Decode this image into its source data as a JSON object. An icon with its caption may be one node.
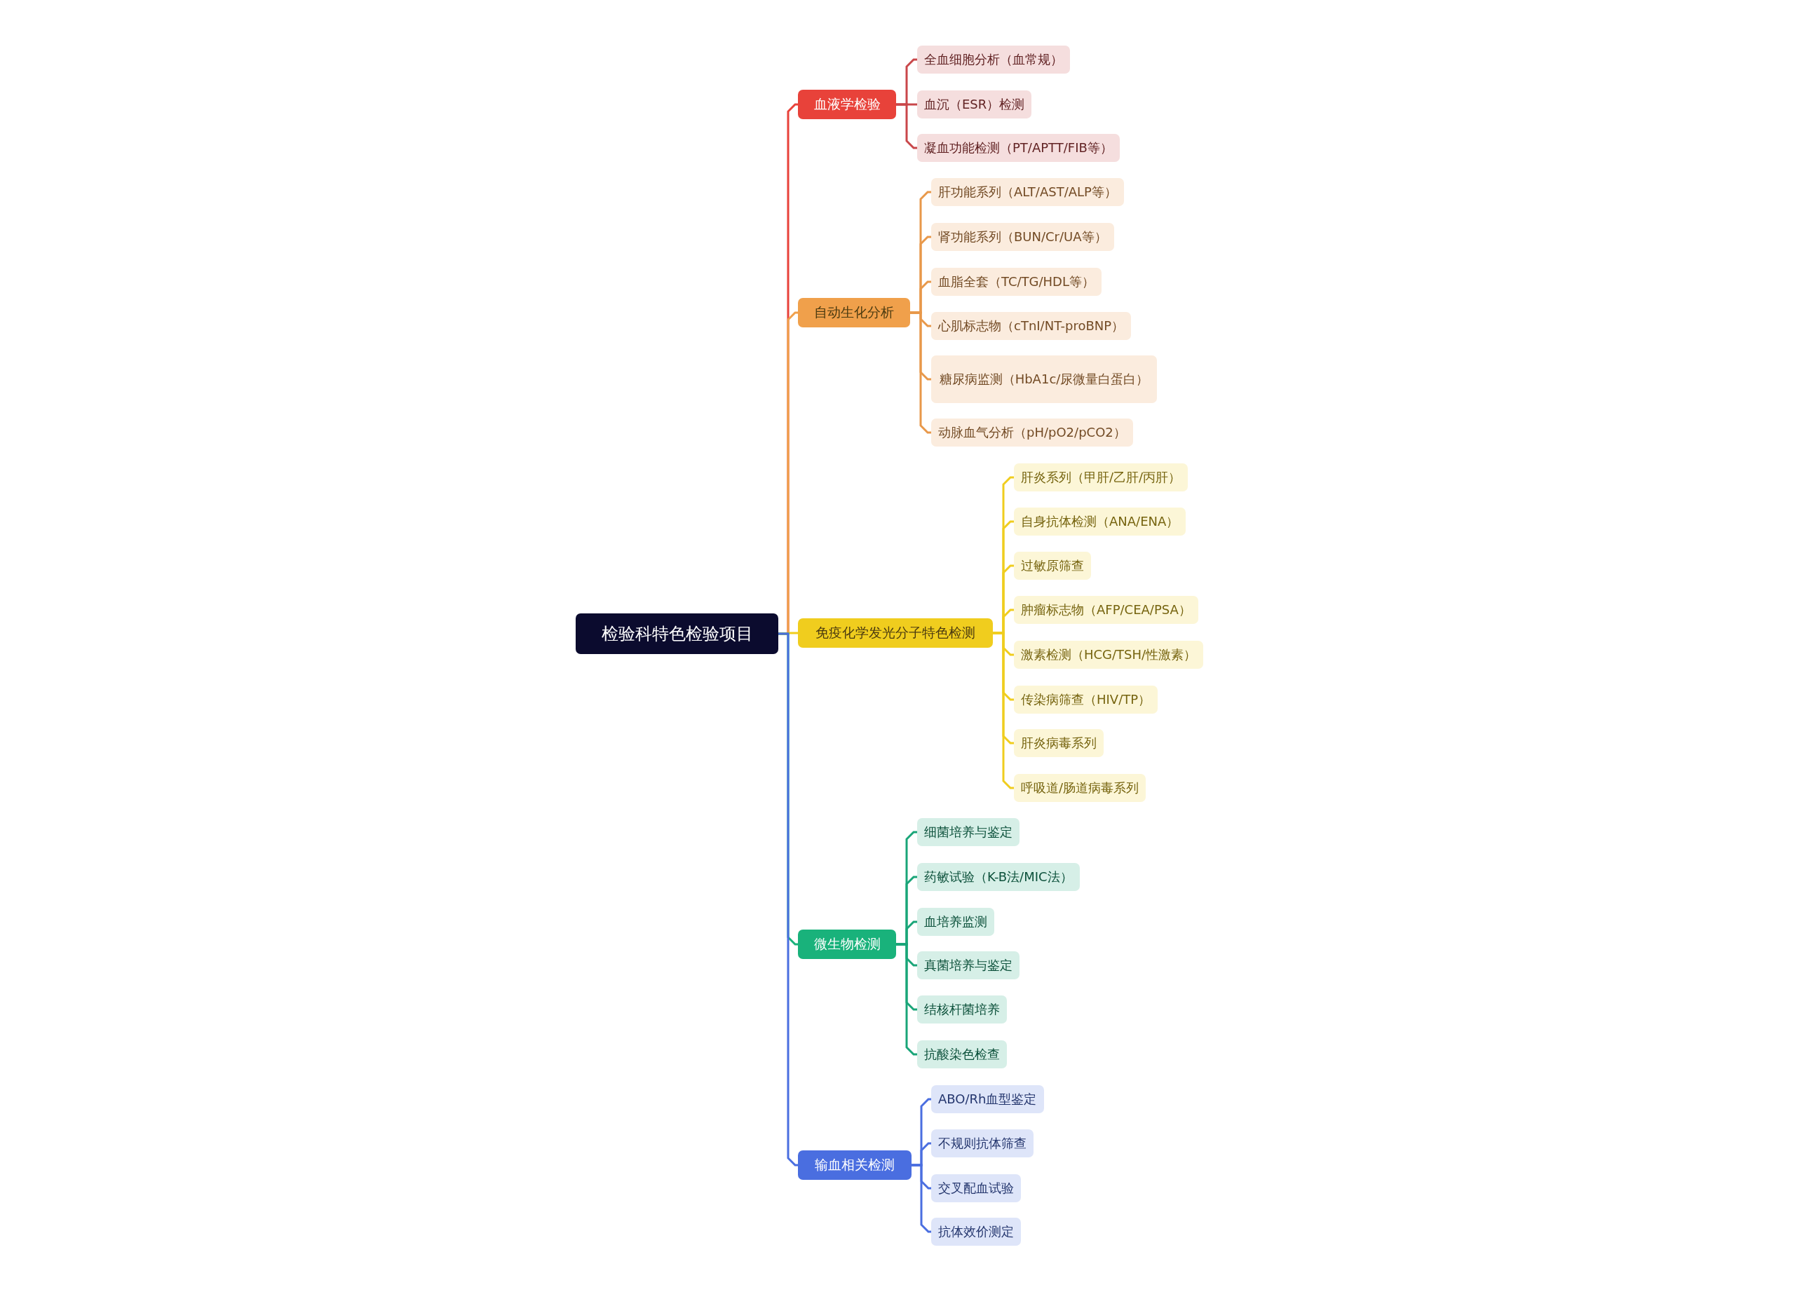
{
  "diagram": {
    "nodes": [
      {
        "text": [
          "检验科特色检验项目"
        ]
      },
      {
        "text": [
          "血液学检验"
        ]
      },
      {
        "text": [
          "全血细胞分析（血常规）"
        ]
      },
      {
        "text": [
          "血沉（ESR）检测"
        ]
      },
      {
        "text": [
          "凝血功能检测（PT/APTT/FIB等）"
        ]
      },
      {
        "text": [
          "自动生化分析"
        ]
      },
      {
        "text": [
          "肝功能系列（ALT/AST/ALP等）"
        ]
      },
      {
        "text": [
          "肾功能系列（BUN/Cr/UA等）"
        ]
      },
      {
        "text": [
          "血脂全套（TC/TG/HDL等）"
        ]
      },
      {
        "text": [
          "心肌标志物（cTnI/NT-proBNP）"
        ]
      },
      {
        "text": [
          "糖尿病监测（HbA1c/尿微量白蛋白）"
        ]
      },
      {
        "text": [
          "动脉血气分析（pH/pO2/pCO2）"
        ]
      },
      {
        "text": [
          "免疫化学发光分子特色检测"
        ]
      },
      {
        "text": [
          "肝炎系列（甲肝/乙肝/丙肝）"
        ]
      },
      {
        "text": [
          "自身抗体检测（ANA/ENA）"
        ]
      },
      {
        "text": [
          "过敏原筛查"
        ]
      },
      {
        "text": [
          "肿瘤标志物（AFP/CEA/PSA）"
        ]
      },
      {
        "text": [
          "激素检测（HCG/TSH/性激素）"
        ]
      },
      {
        "text": [
          "传染病筛查（HIV/TP）"
        ]
      },
      {
        "text": [
          "肝炎病毒系列"
        ]
      },
      {
        "text": [
          "呼吸道/肠道病毒系列"
        ]
      },
      {
        "text": [
          "微生物检测"
        ]
      },
      {
        "text": [
          "细菌培养与鉴定"
        ]
      },
      {
        "text": [
          "药敏试验（K-B法/MIC法）"
        ]
      },
      {
        "text": [
          "血培养监测"
        ]
      },
      {
        "text": [
          "真菌培养与鉴定"
        ]
      },
      {
        "text": [
          "结核杆菌培养"
        ]
      },
      {
        "text": [
          "抗酸染色检查"
        ]
      },
      {
        "text": [
          "输血相关检测"
        ]
      },
      {
        "text": [
          "ABO/Rh血型鉴定"
        ]
      },
      {
        "text": [
          "不规则抗体筛查"
        ]
      },
      {
        "text": [
          "交叉配血试验"
        ]
      },
      {
        "text": [
          "抗体效价测定"
        ]
      }
    ],
    "edges": [
      {
        "from": 0,
        "to": 1,
        "arrow": "none",
        "color": "#e8423a"
      },
      {
        "from": 0,
        "to": 5,
        "arrow": "none",
        "color": "#f0a04b"
      },
      {
        "from": 0,
        "to": 12,
        "arrow": "none",
        "color": "#f0cd1e"
      },
      {
        "from": 0,
        "to": 21,
        "arrow": "none",
        "color": "#19b27b"
      },
      {
        "from": 0,
        "to": 28,
        "arrow": "none",
        "color": "#4a6ee0"
      },
      {
        "from": 1,
        "to": 2,
        "arrow": "none",
        "color": "#c9474a"
      },
      {
        "from": 1,
        "to": 3,
        "arrow": "none",
        "color": "#c9474a"
      },
      {
        "from": 1,
        "to": 4,
        "arrow": "none",
        "color": "#c9474a"
      },
      {
        "from": 5,
        "to": 6,
        "arrow": "none",
        "color": "#e8984a"
      },
      {
        "from": 5,
        "to": 7,
        "arrow": "none",
        "color": "#e8984a"
      },
      {
        "from": 5,
        "to": 8,
        "arrow": "none",
        "color": "#e8984a"
      },
      {
        "from": 5,
        "to": 9,
        "arrow": "none",
        "color": "#e8984a"
      },
      {
        "from": 5,
        "to": 10,
        "arrow": "none",
        "color": "#e8984a"
      },
      {
        "from": 5,
        "to": 11,
        "arrow": "none",
        "color": "#e8984a"
      },
      {
        "from": 12,
        "to": 13,
        "arrow": "none",
        "color": "#f0cd1e"
      },
      {
        "from": 12,
        "to": 14,
        "arrow": "none",
        "color": "#f0cd1e"
      },
      {
        "from": 12,
        "to": 15,
        "arrow": "none",
        "color": "#f0cd1e"
      },
      {
        "from": 12,
        "to": 16,
        "arrow": "none",
        "color": "#f0cd1e"
      },
      {
        "from": 12,
        "to": 17,
        "arrow": "none",
        "color": "#f0cd1e"
      },
      {
        "from": 12,
        "to": 18,
        "arrow": "none",
        "color": "#f0cd1e"
      },
      {
        "from": 12,
        "to": 19,
        "arrow": "none",
        "color": "#f0cd1e"
      },
      {
        "from": 12,
        "to": 20,
        "arrow": "none",
        "color": "#f0cd1e"
      },
      {
        "from": 21,
        "to": 22,
        "arrow": "none",
        "color": "#19a578"
      },
      {
        "from": 21,
        "to": 23,
        "arrow": "none",
        "color": "#19a578"
      },
      {
        "from": 21,
        "to": 24,
        "arrow": "none",
        "color": "#19a578"
      },
      {
        "from": 21,
        "to": 25,
        "arrow": "none",
        "color": "#19a578"
      },
      {
        "from": 21,
        "to": 26,
        "arrow": "none",
        "color": "#19a578"
      },
      {
        "from": 21,
        "to": 27,
        "arrow": "none",
        "color": "#19a578"
      },
      {
        "from": 28,
        "to": 29,
        "arrow": "none",
        "color": "#4a6ee0"
      },
      {
        "from": 28,
        "to": 30,
        "arrow": "none",
        "color": "#4a6ee0"
      },
      {
        "from": 28,
        "to": 31,
        "arrow": "none",
        "color": "#4a6ee0"
      },
      {
        "from": 28,
        "to": 32,
        "arrow": "none",
        "color": "#4a6ee0"
      }
    ]
  }
}
